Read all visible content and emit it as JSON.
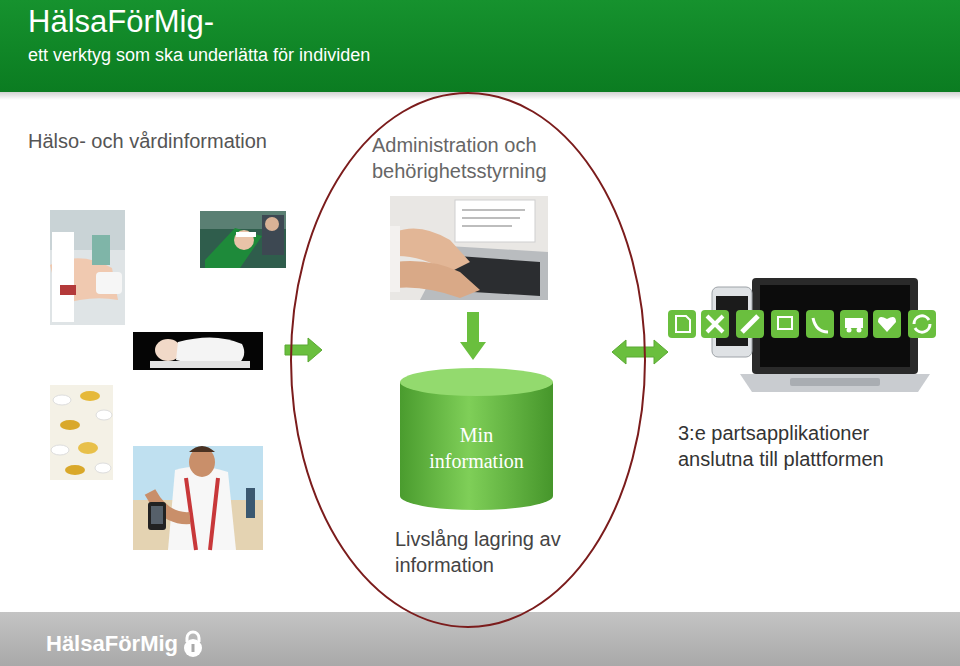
{
  "diagram": {
    "title": "HälsaFörMig-",
    "nodes": [
      {
        "text": [
          "Hälso- och vårdinformation"
        ]
      },
      {
        "text": [
          "Administration och behörighetsstyrning",
          "Livslång lagring av information"
        ]
      },
      {
        "text": [
          "Min information"
        ],
        "in": 1
      },
      {
        "text": [
          "3:e partsapplikationer anslutna till plattformen"
        ]
      }
    ],
    "edges": [
      {
        "from": 0,
        "to": 1,
        "arrow": "to"
      },
      {
        "from": 1,
        "to": 3,
        "arrow": "both"
      }
    ],
    "labels": [
      "ett verktyg som ska underlätta för individen",
      "HälsaFörMig"
    ]
  }
}
